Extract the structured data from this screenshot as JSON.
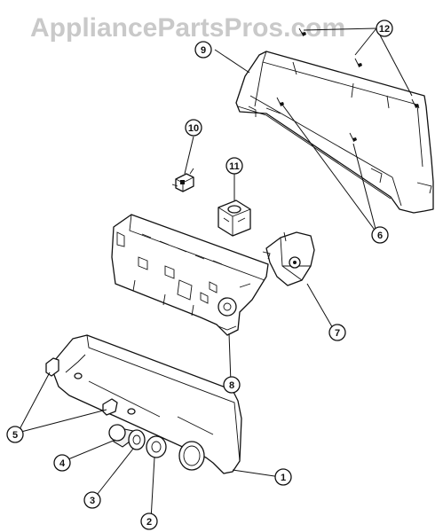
{
  "watermark": "AppliancePartsPros.com",
  "callouts": [
    {
      "id": "1",
      "label": "1"
    },
    {
      "id": "2",
      "label": "2"
    },
    {
      "id": "3",
      "label": "3"
    },
    {
      "id": "4",
      "label": "4"
    },
    {
      "id": "5",
      "label": "5"
    },
    {
      "id": "6",
      "label": "6"
    },
    {
      "id": "7",
      "label": "7"
    },
    {
      "id": "8",
      "label": "8"
    },
    {
      "id": "9",
      "label": "9"
    },
    {
      "id": "10",
      "label": "10"
    },
    {
      "id": "11",
      "label": "11"
    },
    {
      "id": "12",
      "label": "12"
    }
  ]
}
